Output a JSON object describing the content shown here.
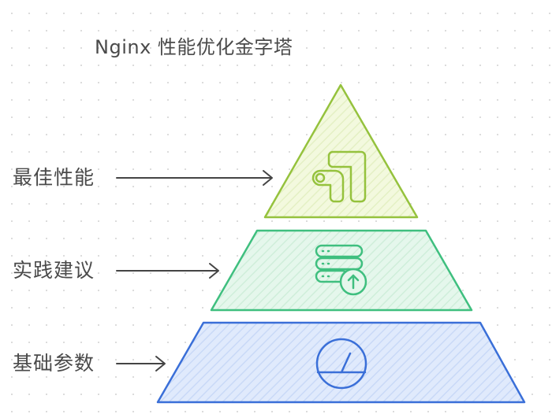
{
  "diagram": {
    "title": "Nginx 性能优化金字塔",
    "levels": [
      {
        "label": "最佳性能",
        "icon": "route-arrows-icon",
        "color": "#95c23d",
        "fill": "#f2f8dc"
      },
      {
        "label": "实践建议",
        "icon": "server-upload-icon",
        "color": "#3fbf7f",
        "fill": "#e3f6ea"
      },
      {
        "label": "基础参数",
        "icon": "gauge-icon",
        "color": "#3a6fd8",
        "fill": "#dde8fc"
      }
    ]
  }
}
